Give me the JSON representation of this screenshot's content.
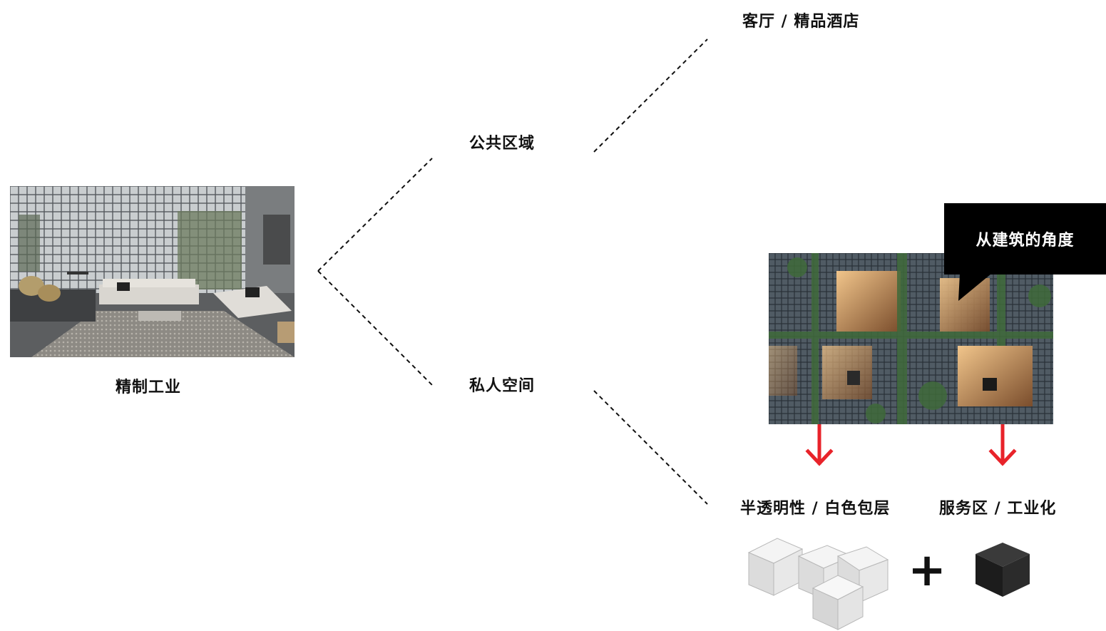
{
  "labels": {
    "left": "精制工业",
    "public": "公共区域",
    "private": "私人空间",
    "top_right": "客厅 / 精品酒店",
    "callout": "从建筑的角度",
    "translucent": "半透明性 / 白色包层",
    "service": "服务区 / 工业化",
    "plus": "+"
  },
  "colors": {
    "line": "#111111",
    "arrow": "#e8232a",
    "callout_bg": "#000000",
    "callout_text": "#ffffff"
  },
  "icons": {
    "arrow": "down-arrow-icon",
    "white_cubes": "white-cubes-cluster",
    "black_cube": "black-cube"
  }
}
